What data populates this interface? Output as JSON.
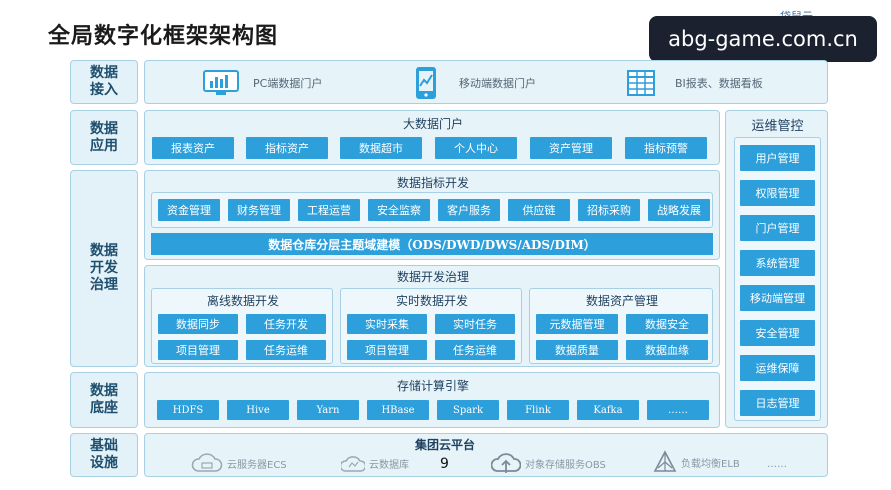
{
  "title": "全局数字化框架架构图",
  "watermark": "abg-game.com.cn",
  "logo_text": "袋鼠云",
  "page_number": "9",
  "side_labels": {
    "access": "数据\n接入",
    "application": "数据\n应用",
    "development": "数据\n开发\n治理",
    "base": "数据\n底座",
    "infra": "基础\n设施"
  },
  "access": {
    "items": [
      {
        "label": "PC端数据门户",
        "icon": "monitor-chart-icon"
      },
      {
        "label": "移动端数据门户",
        "icon": "mobile-phone-icon"
      },
      {
        "label": "BI报表、数据看板",
        "icon": "spreadsheet-icon"
      }
    ]
  },
  "portal": {
    "title": "大数据门户",
    "buttons": [
      "报表资产",
      "指标资产",
      "数据超市",
      "个人中心",
      "资产管理",
      "指标预警"
    ]
  },
  "indicator_dev": {
    "title": "数据指标开发",
    "buttons": [
      "资金管理",
      "财务管理",
      "工程运营",
      "安全监察",
      "客户服务",
      "供应链",
      "招标采购",
      "战略发展"
    ],
    "bar": "数据仓库分层主题域建模（ODS/DWD/DWS/ADS/DIM）"
  },
  "governance": {
    "title": "数据开发治理",
    "groups": [
      {
        "title": "离线数据开发",
        "items": [
          "数据同步",
          "任务开发",
          "项目管理",
          "任务运维"
        ]
      },
      {
        "title": "实时数据开发",
        "items": [
          "实时采集",
          "实时任务",
          "项目管理",
          "任务运维"
        ]
      },
      {
        "title": "数据资产管理",
        "items": [
          "元数据管理",
          "数据安全",
          "数据质量",
          "数据血缘"
        ]
      }
    ]
  },
  "storage": {
    "title": "存储计算引擎",
    "buttons": [
      "HDFS",
      "Hive",
      "Yarn",
      "HBase",
      "Spark",
      "Flink",
      "Kafka",
      "……"
    ]
  },
  "ops": {
    "title": "运维管控",
    "items": [
      "用户管理",
      "权限管理",
      "门户管理",
      "系统管理",
      "移动端管理",
      "安全管理",
      "运维保障",
      "日志管理"
    ]
  },
  "infra": {
    "title": "集团云平台",
    "items": [
      {
        "label": "云服务器ECS",
        "icon": "cloud-server-icon"
      },
      {
        "label": "云数据库",
        "icon": "cloud-database-icon"
      },
      {
        "label": "对象存储服务OBS",
        "icon": "cloud-upload-icon"
      },
      {
        "label": "负载均衡ELB",
        "icon": "load-balancer-icon"
      },
      {
        "label": "……",
        "icon": ""
      }
    ]
  }
}
